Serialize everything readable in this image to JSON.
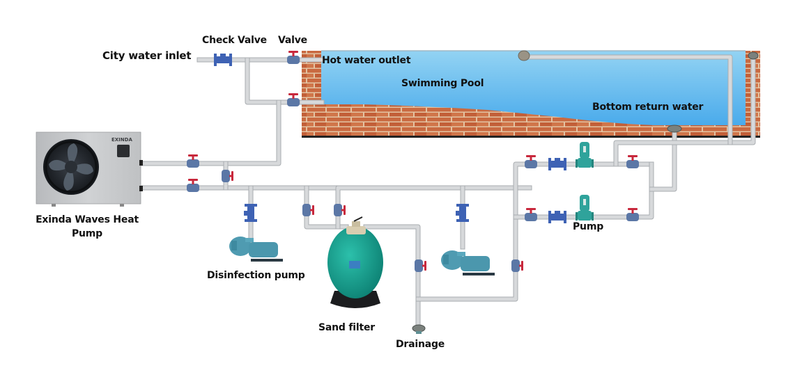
{
  "diagram": {
    "title": "Swimming pool heat pump piping diagram",
    "labels": {
      "city_water_inlet": "City water inlet",
      "check_valve": "Check Valve",
      "valve": "Valve",
      "hot_water_outlet": "Hot water outlet",
      "swimming_pool": "Swimming Pool",
      "bottom_return_water": "Bottom return water",
      "heat_pump_line1": "Exinda Waves Heat",
      "heat_pump_line2": "Pump",
      "disinfection_pump": "Disinfection pump",
      "sand_filter": "Sand filter",
      "drainage": "Drainage",
      "pump": "Pump"
    },
    "heat_pump_brand": "EXINDA",
    "colors": {
      "water_top": "#8fd0f2",
      "water_bottom": "#3fa6ea",
      "brick": "#c9683f",
      "mortar": "#e8c9a8",
      "pipe": "#d7d9db",
      "pipe_edge": "#a9adb0",
      "valve_body": "#5b77a6",
      "valve_handle": "#c8283c",
      "check_valve": "#3e62b4",
      "pump_teal": "#2fa39b",
      "filter_tank": "#139a8a",
      "filter_base": "#1c1c1c",
      "heat_pump_body": "#c9cbcd"
    }
  }
}
